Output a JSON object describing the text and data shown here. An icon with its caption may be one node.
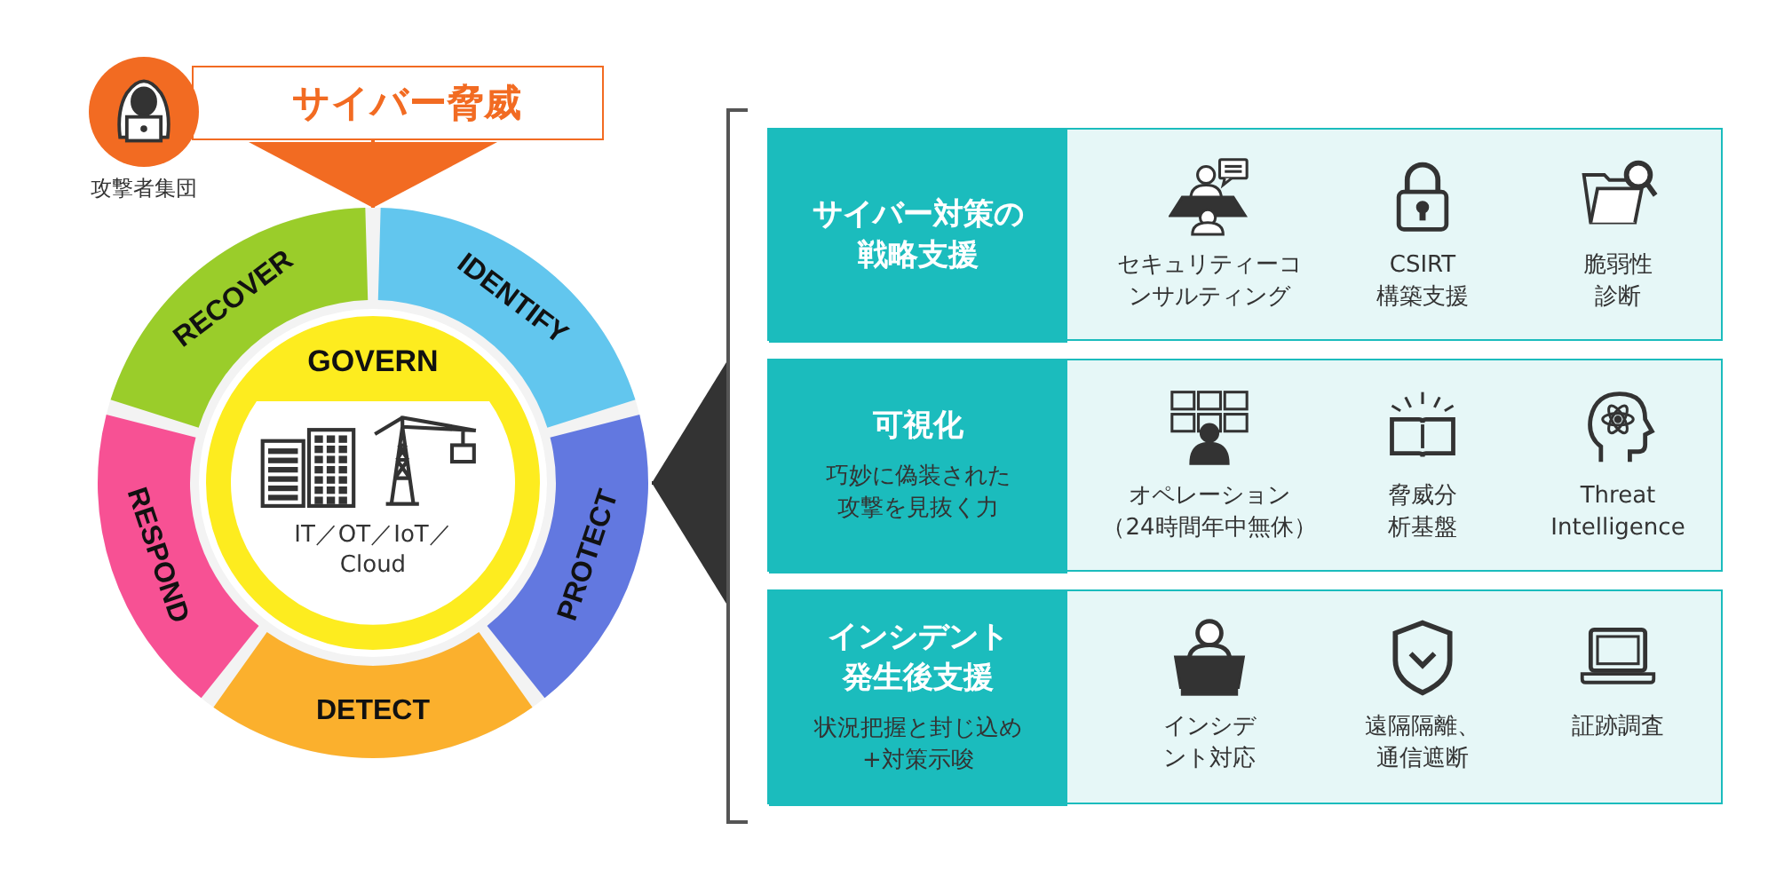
{
  "diagram": {
    "nodes": [
      {
        "text": [],
        "shape": "person",
        "beside": [
          "攻撃者集団"
        ]
      },
      {
        "text": [
          "サイバー脅威"
        ]
      },
      {
        "text": [],
        "shape": "circle"
      },
      {
        "text": [
          "RECOVER"
        ],
        "in": 2
      },
      {
        "text": [
          "IDENTIFY"
        ],
        "in": 2
      },
      {
        "text": [
          "GOVERN",
          "IT／OT／IoT／Cloud"
        ],
        "in": 2
      },
      {
        "text": [
          "RESPOND"
        ],
        "in": 2
      },
      {
        "text": [
          "PROTECT"
        ],
        "in": 2
      },
      {
        "text": [
          "DETECT"
        ],
        "in": 2
      },
      {
        "text": [],
        "shape": "box"
      },
      {
        "text": [
          "サイバー対策の戦略支援"
        ],
        "in": 9
      },
      {
        "text": [
          "セキュリティーコンサルティング"
        ],
        "in": 9
      },
      {
        "text": [
          "CSIRT 構築支援"
        ],
        "in": 9
      },
      {
        "text": [
          "脆弱性診断"
        ],
        "in": 9
      },
      {
        "text": [],
        "shape": "box"
      },
      {
        "text": [
          "可視化",
          "巧妙に偽装された攻撃を見抜く力"
        ],
        "in": 14
      },
      {
        "text": [
          "オペレーション（24時間年中無休）"
        ],
        "in": 14
      },
      {
        "text": [
          "脅威分析基盤"
        ],
        "in": 14
      },
      {
        "text": [
          "Threat Intelligence"
        ],
        "in": 14
      },
      {
        "text": [],
        "shape": "box"
      },
      {
        "text": [
          "インシデント発生後支援",
          "状況把握と封じ込め+対策示唆"
        ],
        "in": 19
      },
      {
        "text": [
          "インシデント対応"
        ],
        "in": 19
      },
      {
        "text": [
          "遠隔隔離、通信遮断"
        ],
        "in": 19
      },
      {
        "text": [
          "証跡調査"
        ],
        "in": 19
      },
      {
        "text": [],
        "shape": "bracket"
      }
    ],
    "edges": [
      {
        "from": 1,
        "to": 2,
        "arrow": "to",
        "color": "#f26b22"
      },
      {
        "from": 24,
        "to": 2,
        "arrow": "to",
        "color": "#333333"
      }
    ]
  }
}
